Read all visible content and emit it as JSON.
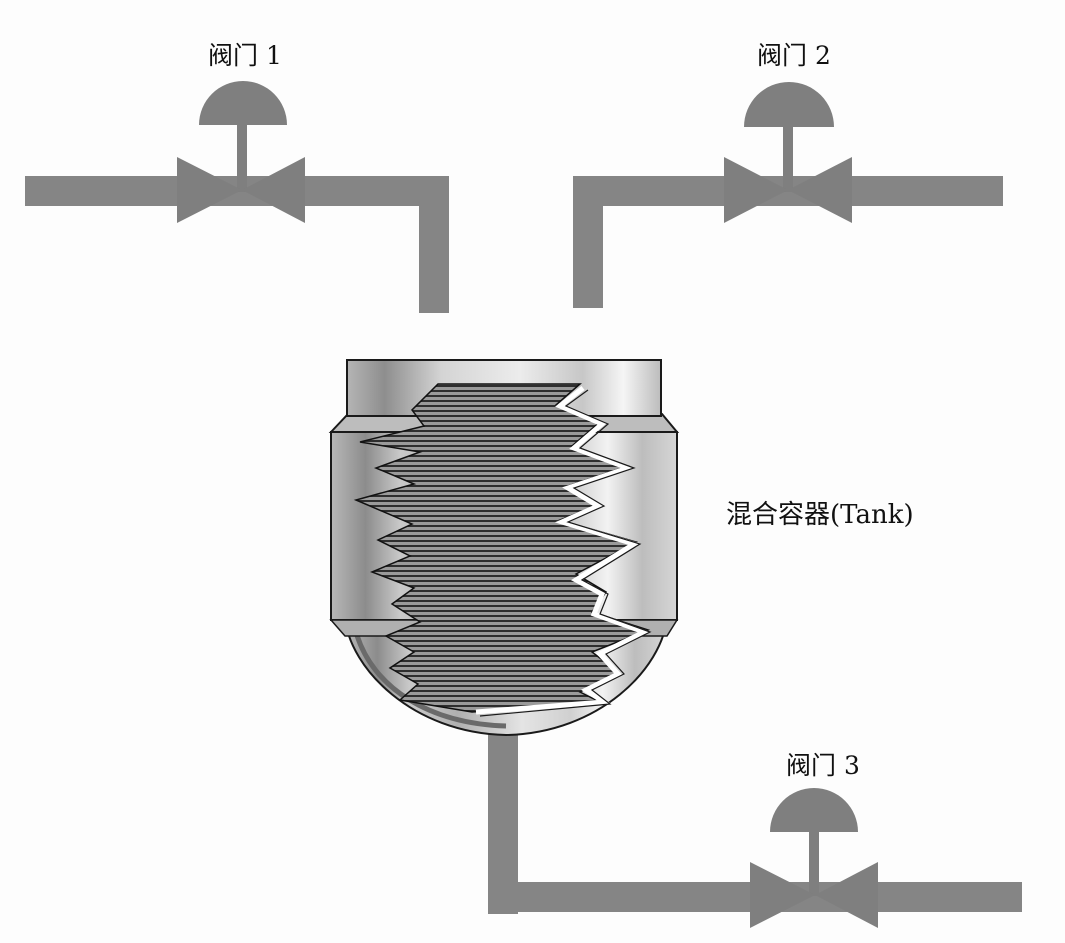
{
  "valves": [
    {
      "id": "valve-1",
      "label": "阀门 1"
    },
    {
      "id": "valve-2",
      "label": "阀门 2"
    },
    {
      "id": "valve-3",
      "label": "阀门 3"
    }
  ],
  "tank": {
    "label": "混合容器(Tank)"
  },
  "colors": {
    "pipe": "#858585",
    "valve": "#7f7f7f",
    "tank_body": "#c4c4c4",
    "tank_dark": "#8a8a8a",
    "tank_light": "#e8e8e8",
    "liquid": "#5a5a5a",
    "outline": "#1a1a1a"
  }
}
